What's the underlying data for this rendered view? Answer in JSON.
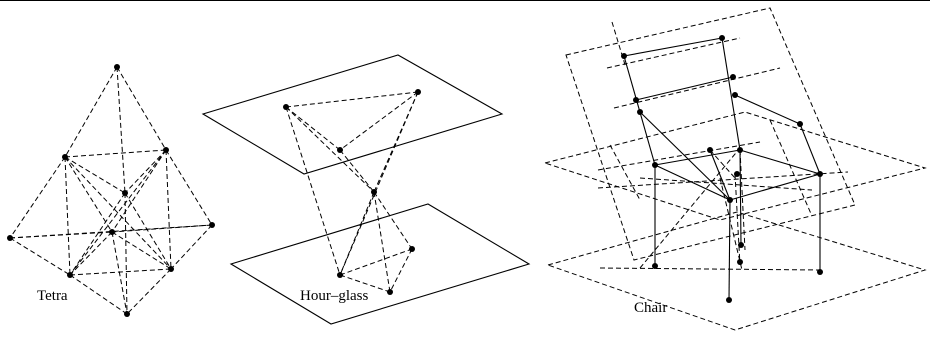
{
  "figure": {
    "panels": [
      {
        "id": "tetra",
        "label": "Tetra"
      },
      {
        "id": "hourglass",
        "label": "Hour–glass"
      },
      {
        "id": "chair",
        "label": "Chair"
      }
    ]
  }
}
